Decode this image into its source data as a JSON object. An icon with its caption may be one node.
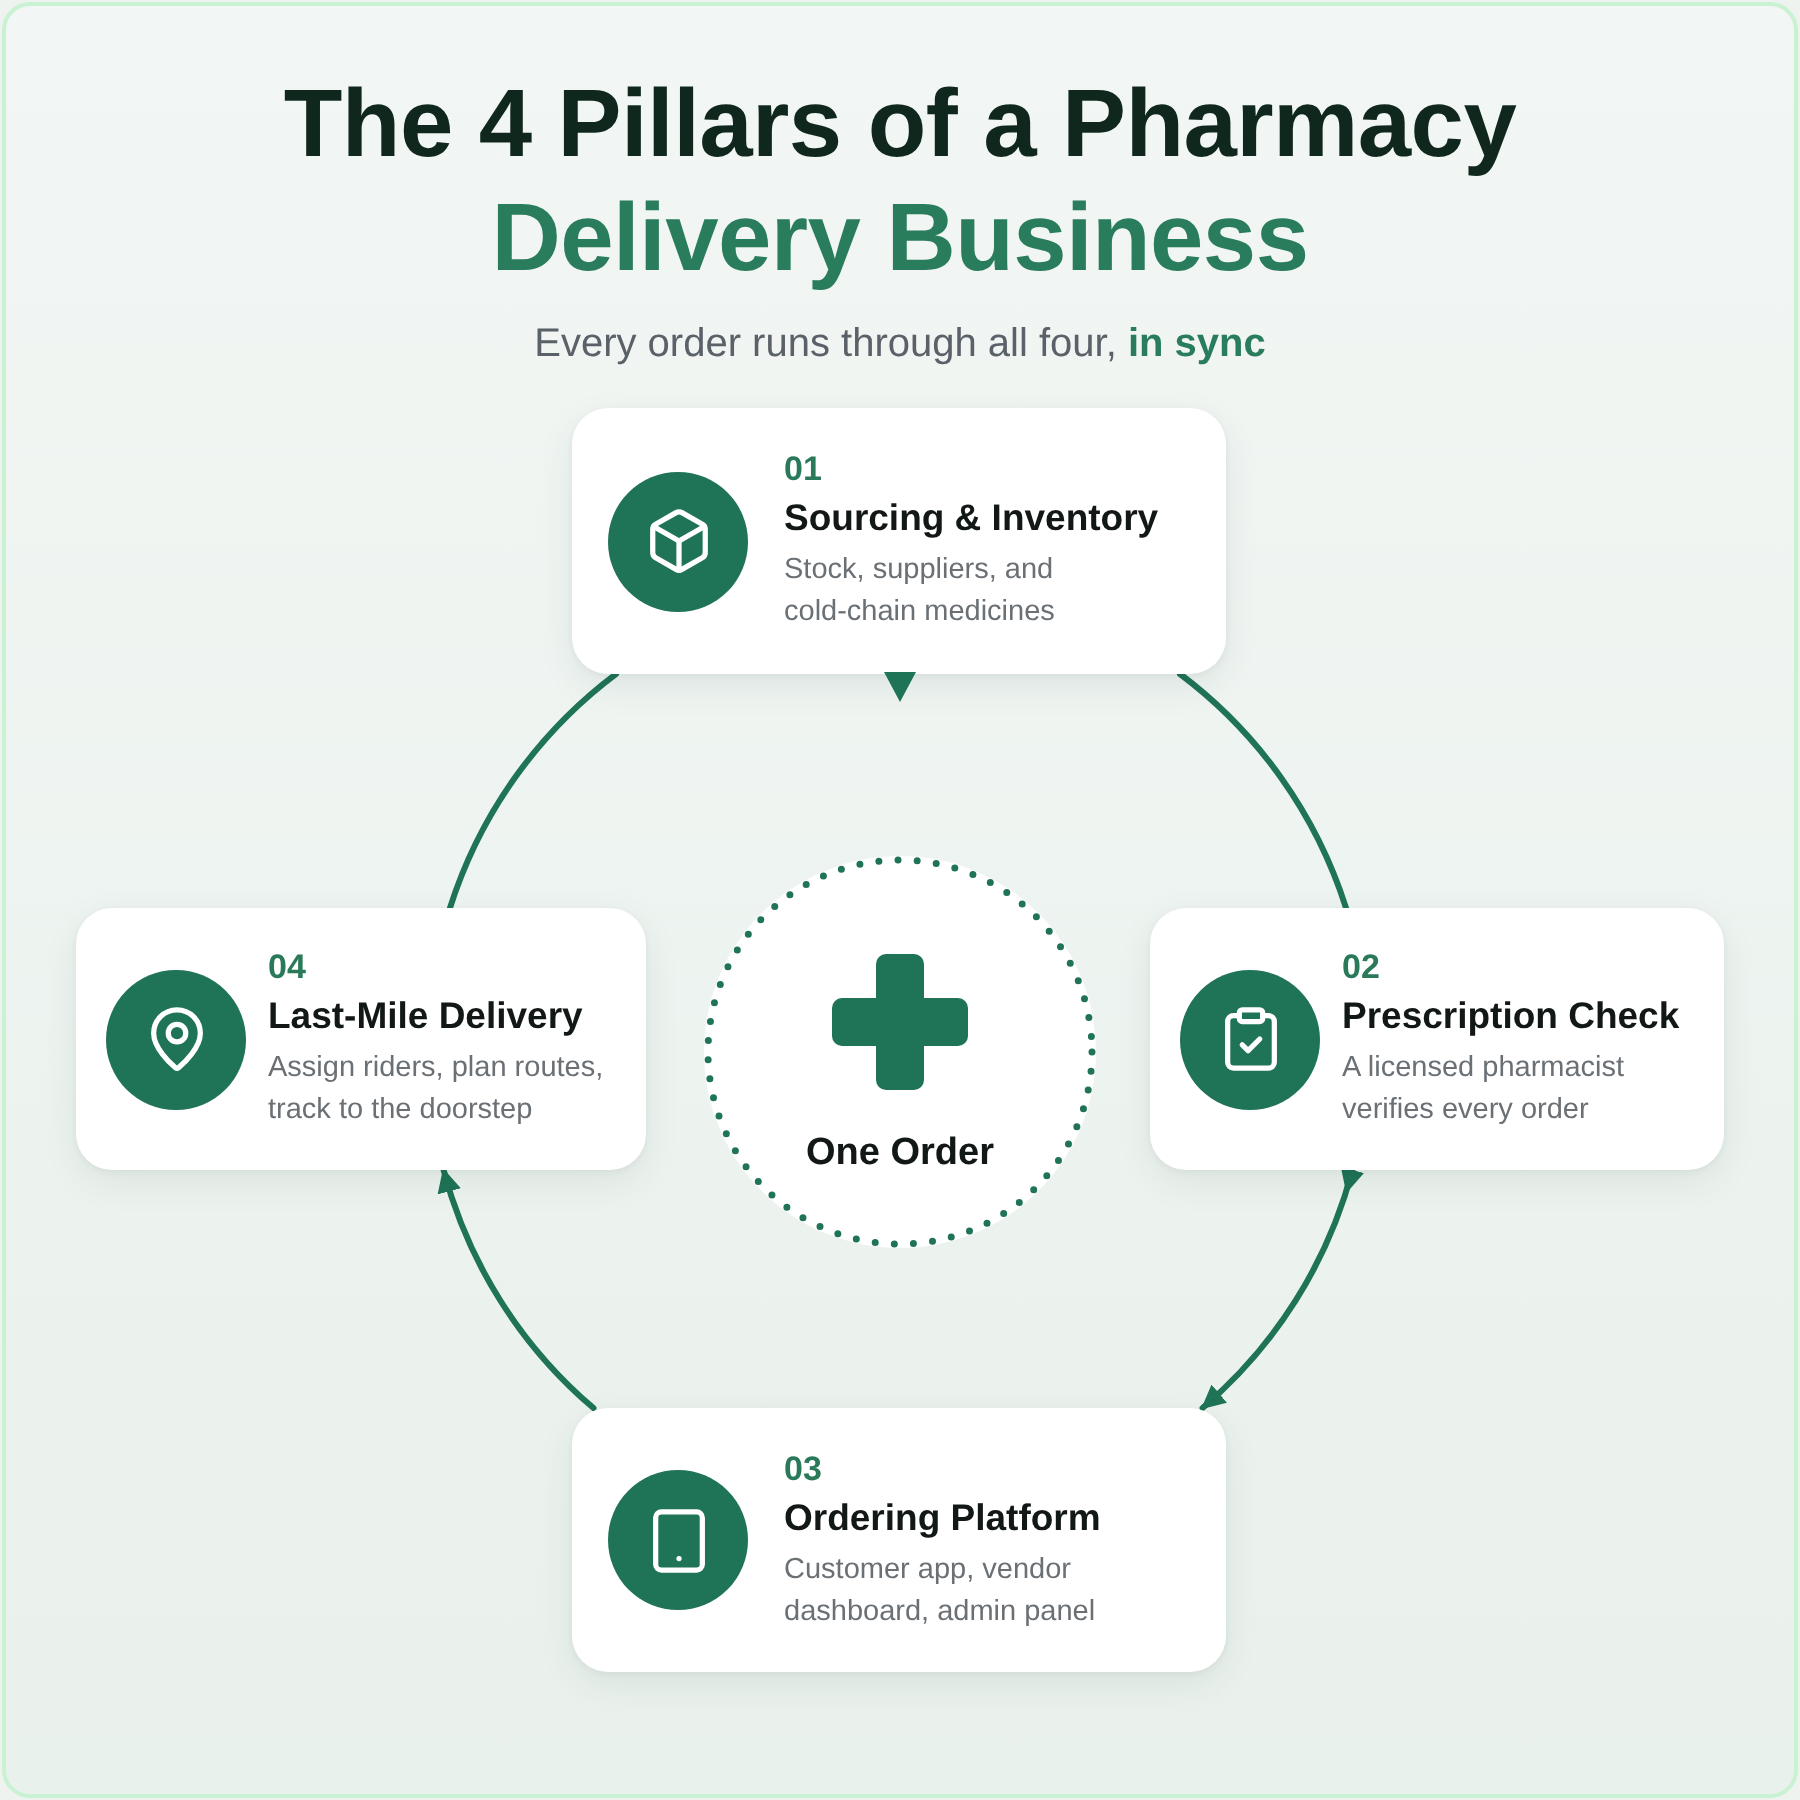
{
  "diagram": {
    "title": "The 4 Pillars of a Pharmacy Delivery Business",
    "nodes": [
      {
        "text": [
          "01",
          "Sourcing & Inventory",
          "Stock, suppliers, and cold-chain medicines"
        ]
      },
      {
        "text": [
          "04",
          "Last-Mile Delivery",
          "Assign riders, plan routes, track to the doorstep"
        ]
      },
      {
        "text": [
          "One Order"
        ]
      },
      {
        "text": [
          "02",
          "Prescription Check",
          "A licensed pharmacist verifies every order"
        ]
      },
      {
        "text": [
          "03",
          "Ordering Platform",
          "Customer app, vendor dashboard, admin panel"
        ]
      }
    ],
    "edges": [
      {
        "from": 0,
        "to": 3,
        "arrow": "none"
      },
      {
        "from": 3,
        "to": 4,
        "arrow": "to"
      },
      {
        "from": 4,
        "to": 1,
        "arrow": "to"
      },
      {
        "from": 1,
        "to": 0,
        "arrow": "none"
      }
    ],
    "labels": [
      "Every order runs through all four, **in sync**"
    ]
  }
}
